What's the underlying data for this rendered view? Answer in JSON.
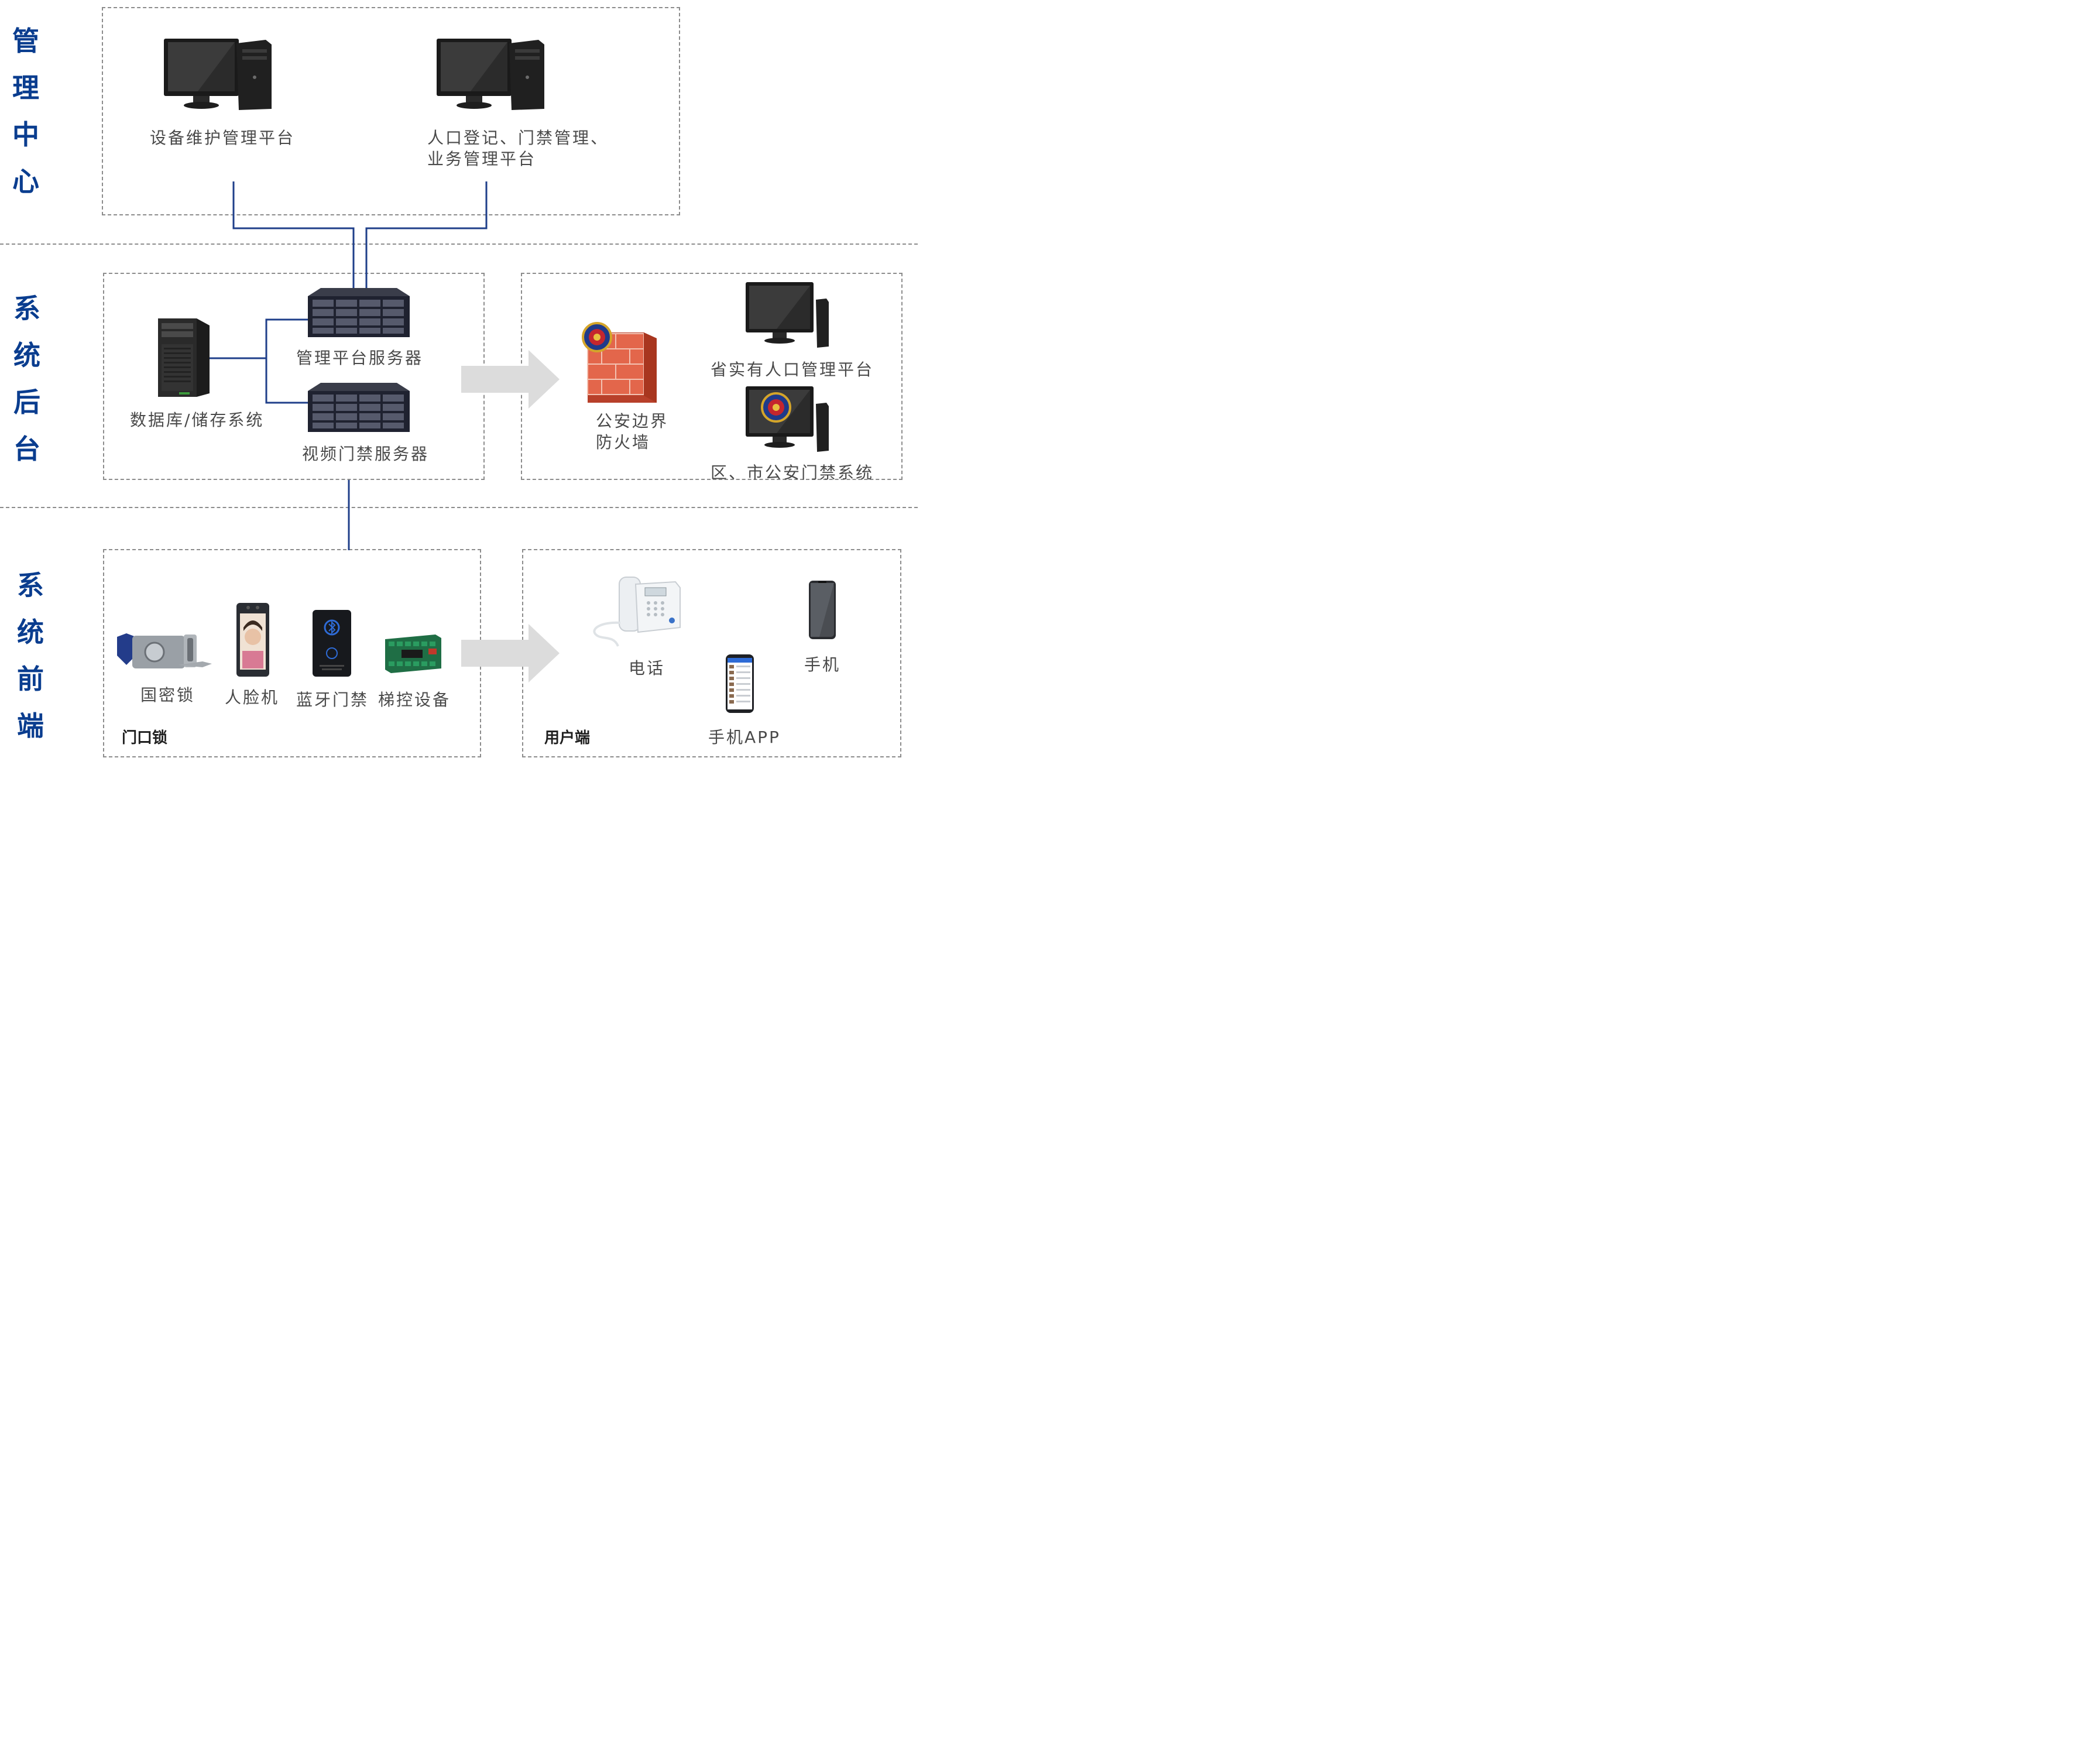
{
  "sections": {
    "management": {
      "title": [
        "管",
        "理",
        "中",
        "心"
      ]
    },
    "backend": {
      "title": [
        "系",
        "统",
        "后",
        "台"
      ]
    },
    "frontend": {
      "title": [
        "系",
        "统",
        "前",
        "端"
      ]
    }
  },
  "management": {
    "pc1_label": "设备维护管理平台",
    "pc2_label_line1": "人口登记、门禁管理、",
    "pc2_label_line2": "业务管理平台"
  },
  "backend": {
    "database_label": "数据库/储存系统",
    "mgmt_server_label": "管理平台服务器",
    "video_server_label": "视频门禁服务器",
    "firewall_label_line1": "公安边界",
    "firewall_label_line2": "防火墙",
    "province_platform_label": "省实有人口管理平台",
    "city_system_label": "区、市公安门禁系统"
  },
  "frontend": {
    "door_lock_group": "门口锁",
    "lock_label": "国密锁",
    "face_label": "人脸机",
    "bluetooth_label": "蓝牙门禁",
    "elevator_label": "梯控设备",
    "user_group": "用户端",
    "phone_label": "电话",
    "mobile_label": "手机",
    "app_label": "手机APP"
  },
  "colors": {
    "accent": "#0a3d8f",
    "line": "#1f3f8a",
    "dash": "#8c8c8c",
    "arrow": "#dcdcdc"
  }
}
